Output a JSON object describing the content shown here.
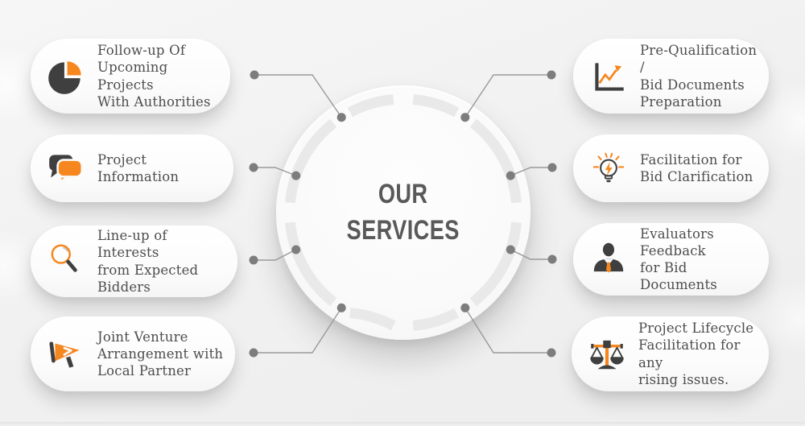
{
  "title": {
    "line1": "OUR",
    "line2": "SERVICES"
  },
  "services": [
    {
      "label": "Follow-up Of\nUpcoming  Projects\nWith Authorities",
      "icon": "pie-chart-icon"
    },
    {
      "label": "Project Information",
      "icon": "chat-bubbles-icon"
    },
    {
      "label": "Line-up of Interests\nfrom Expected Bidders",
      "icon": "magnifier-icon"
    },
    {
      "label": "Joint Venture\nArrangement with\nLocal Partner",
      "icon": "megaphone-icon"
    },
    {
      "label": "Pre-Qualification /\nBid Documents\nPreparation",
      "icon": "line-chart-icon"
    },
    {
      "label": "Facilitation for\nBid Clarification",
      "icon": "lightbulb-icon"
    },
    {
      "label": "Evaluators Feedback\nfor Bid Documents",
      "icon": "businessman-icon"
    },
    {
      "label": "Project Lifecycle\nFacilitation for any\nrising issues.",
      "icon": "scales-icon"
    }
  ],
  "colors": {
    "accent_orange": "#F6871F",
    "icon_dark": "#3F3F3F",
    "pill_text": "#4D4D4D",
    "title_text": "#595959",
    "connector_dot": "#7D7D7D",
    "connector_line": "#9A9A9A",
    "ring_gray": "#E9E9E9",
    "pill_background": "#FDFDFD"
  }
}
